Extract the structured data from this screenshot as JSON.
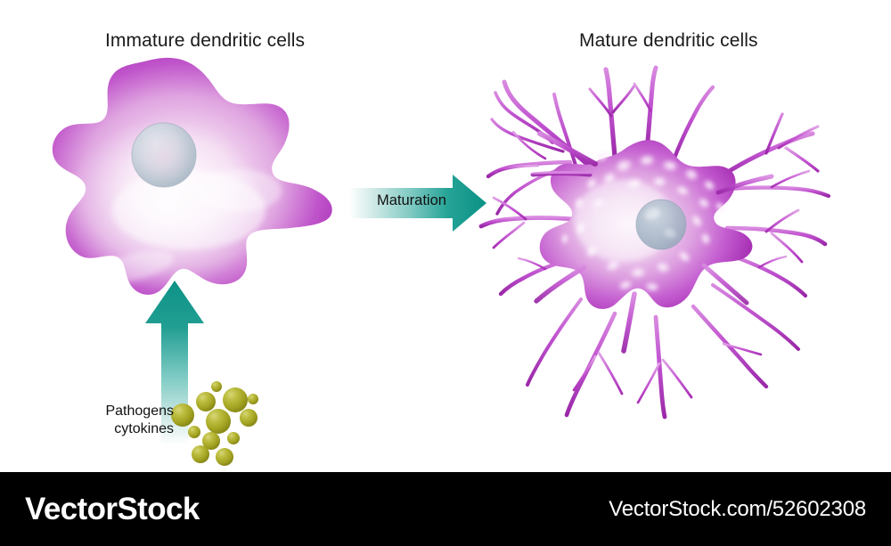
{
  "figure": {
    "kind": "biology-diagram",
    "subject": "Dendritic cell maturation",
    "background_color": "#ffffff"
  },
  "panels": {
    "left": {
      "title": "Immature dendritic cells",
      "cell_name": "immature-dendritic-cell",
      "membrane_color_dark": "#a62fb4",
      "membrane_color_mid": "#c45fd0",
      "membrane_color_light": "#f6e2f6",
      "nucleus_color": "#b9c4ce"
    },
    "right": {
      "title": "Mature dendritic cells",
      "cell_name": "mature-dendritic-cell",
      "membrane_color_dark": "#a52db3",
      "membrane_color_mid": "#cf6bd8",
      "membrane_color_light": "#f7e6f7",
      "dendrite_color": "#c052cf",
      "nucleus_color": "#9fb0bd"
    }
  },
  "arrows": {
    "maturation": {
      "label": "Maturation",
      "direction": "right",
      "color_solid": "#0e9b8e",
      "color_fade": "#ffffff"
    },
    "stimulus": {
      "label": "",
      "direction": "up",
      "color_solid": "#119b8f",
      "color_fade": "#ffffff"
    }
  },
  "annotations": {
    "pathogens_line1": "Pathogens",
    "pathogens_line2": "cytokines",
    "particle_color": "#a9a926",
    "particle_highlight": "#cfcf5e",
    "particle_count": 12
  },
  "footer": {
    "brand": "VectorStock",
    "url": "VectorStock.com/52602308",
    "background_color": "#000000",
    "text_color": "#ffffff"
  }
}
